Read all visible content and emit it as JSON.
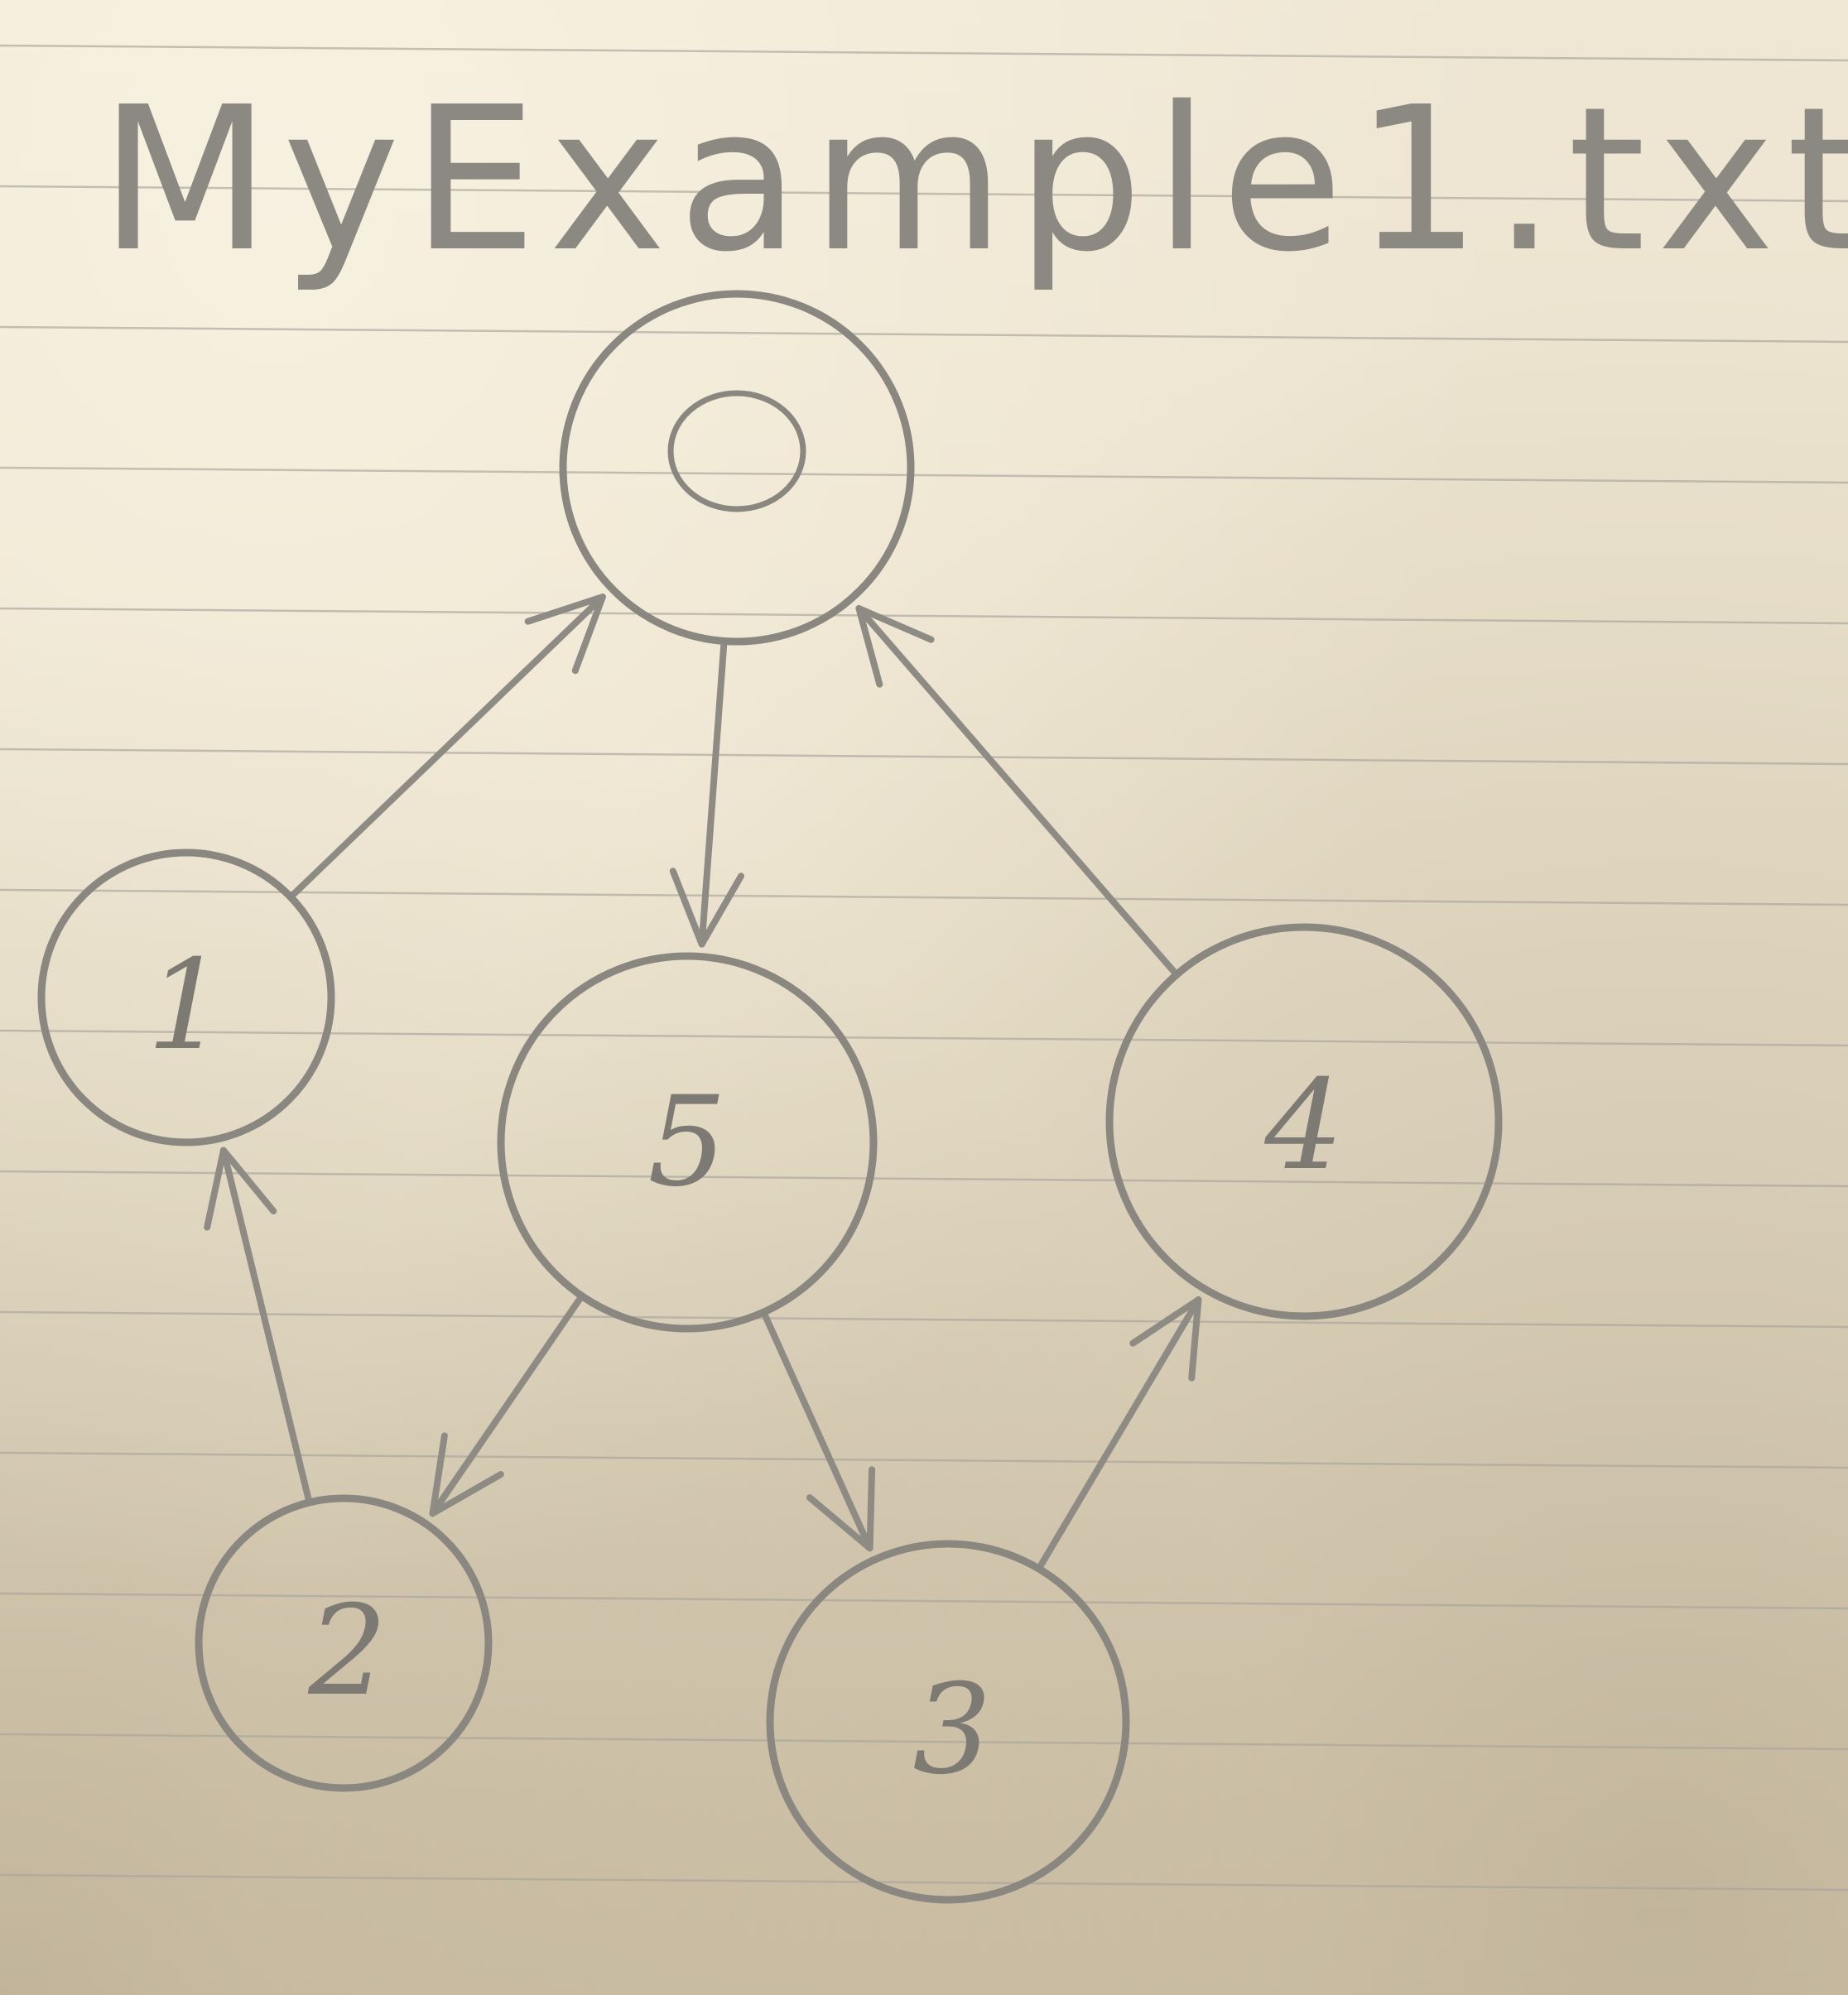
{
  "title": "MyExample1.txt",
  "nodes": [
    {
      "id": "0",
      "label": "0"
    },
    {
      "id": "1",
      "label": "1"
    },
    {
      "id": "5",
      "label": "5"
    },
    {
      "id": "4",
      "label": "4"
    },
    {
      "id": "2",
      "label": "2"
    },
    {
      "id": "3",
      "label": "3"
    }
  ],
  "edges": [
    {
      "from": "1",
      "to": "0"
    },
    {
      "from": "0",
      "to": "5"
    },
    {
      "from": "4",
      "to": "0"
    },
    {
      "from": "2",
      "to": "1"
    },
    {
      "from": "5",
      "to": "2"
    },
    {
      "from": "5",
      "to": "3"
    },
    {
      "from": "3",
      "to": "4"
    }
  ],
  "colors": {
    "paper": "#ece3cf",
    "pencil": "#8a8780",
    "rule_lines": "#a9a59c"
  }
}
